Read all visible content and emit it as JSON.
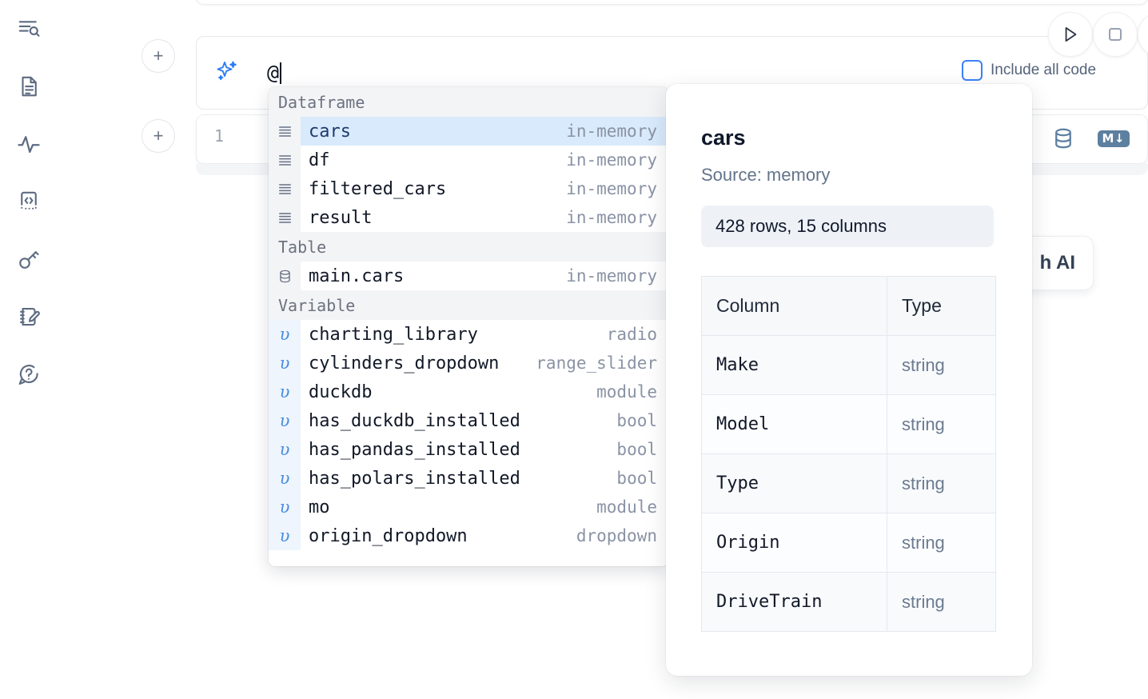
{
  "sidebar": {
    "items": [
      {
        "name": "outline-search-icon",
        "label": "Outline / Search"
      },
      {
        "name": "file-document-icon",
        "label": "Notebook file"
      },
      {
        "name": "activity-pulse-icon",
        "label": "Activity"
      },
      {
        "name": "code-brackets-icon",
        "label": "Snippets"
      },
      {
        "name": "key-icon",
        "label": "Secrets"
      },
      {
        "name": "scratchpad-edit-icon",
        "label": "Scratchpad"
      },
      {
        "name": "help-question-icon",
        "label": "Help"
      }
    ]
  },
  "toolbar": {
    "add_cell_label": "+",
    "run_label": "Run",
    "stop_label": "Interrupt",
    "include_all_code_label": "Include all code",
    "include_all_code_checked": false
  },
  "ai_prompt": {
    "value": "@",
    "icon": "sparkle-ai-icon"
  },
  "code_cell": {
    "line_number": "1",
    "db_icon_label": "Database",
    "markdown_badge_label": "M↓"
  },
  "generate_ai_card": {
    "label": "h AI"
  },
  "autocomplete": {
    "sections": [
      {
        "title": "Dataframe",
        "icon": "dataframe-rows-icon",
        "kind_class": "df",
        "items": [
          {
            "name": "cars",
            "kind": "in-memory",
            "selected": true
          },
          {
            "name": "df",
            "kind": "in-memory",
            "selected": false
          },
          {
            "name": "filtered_cars",
            "kind": "in-memory",
            "selected": false
          },
          {
            "name": "result",
            "kind": "in-memory",
            "selected": false
          }
        ]
      },
      {
        "title": "Table",
        "icon": "database-icon",
        "kind_class": "tbl",
        "items": [
          {
            "name": "main.cars",
            "kind": "in-memory",
            "selected": false
          }
        ]
      },
      {
        "title": "Variable",
        "icon": "variable-upsilon-icon",
        "kind_class": "var",
        "items": [
          {
            "name": "charting_library",
            "kind": "radio",
            "selected": false
          },
          {
            "name": "cylinders_dropdown",
            "kind": "range_slider",
            "selected": false
          },
          {
            "name": "duckdb",
            "kind": "module",
            "selected": false
          },
          {
            "name": "has_duckdb_installed",
            "kind": "bool",
            "selected": false
          },
          {
            "name": "has_pandas_installed",
            "kind": "bool",
            "selected": false
          },
          {
            "name": "has_polars_installed",
            "kind": "bool",
            "selected": false
          },
          {
            "name": "mo",
            "kind": "module",
            "selected": false
          },
          {
            "name": "origin_dropdown",
            "kind": "dropdown",
            "selected": false
          }
        ]
      }
    ]
  },
  "detail_panel": {
    "title": "cars",
    "source": "Source: memory",
    "shape": "428 rows, 15 columns",
    "columns_header": "Column",
    "type_header": "Type",
    "rows": [
      {
        "column": "Make",
        "type": "string"
      },
      {
        "column": "Model",
        "type": "string"
      },
      {
        "column": "Type",
        "type": "string"
      },
      {
        "column": "Origin",
        "type": "string"
      },
      {
        "column": "DriveTrain",
        "type": "string"
      }
    ]
  },
  "colors": {
    "accent_blue": "#3b82f6",
    "selection_blue": "#d9eafc",
    "icon_slate": "#5d6b82",
    "db_icon": "#5d7fa0"
  }
}
